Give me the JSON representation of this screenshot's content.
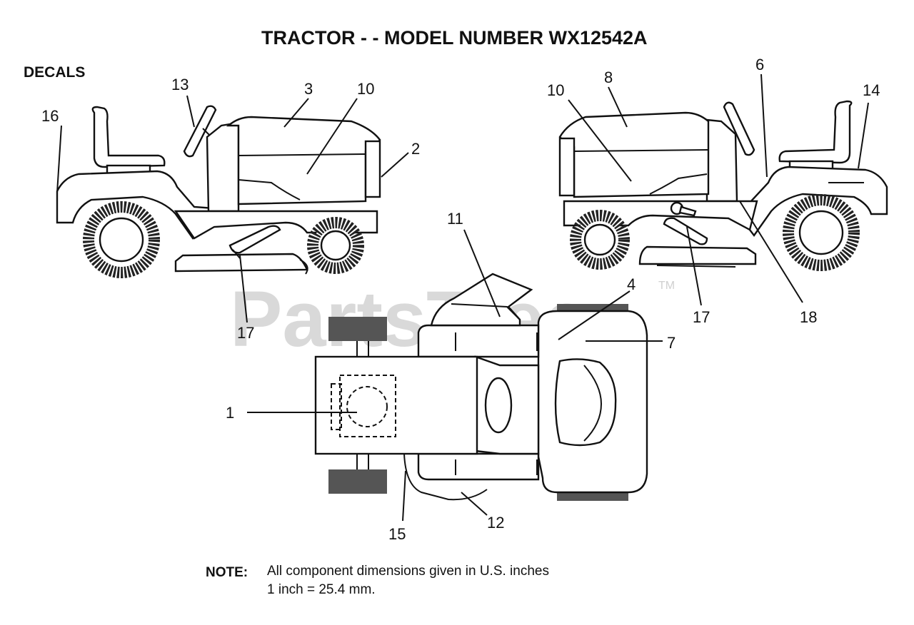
{
  "title": "TRACTOR - - MODEL NUMBER WX12542A",
  "section_label": "DECALS",
  "watermark": {
    "text": "PartsTree",
    "tm": "TM"
  },
  "note": {
    "label": "NOTE:",
    "line1": "All component dimensions given in U.S. inches",
    "line2": "1 inch = 25.4 mm."
  },
  "callouts": {
    "c1": "1",
    "c2": "2",
    "c3": "3",
    "c4": "4",
    "c6": "6",
    "c7": "7",
    "c8": "8",
    "c10a": "10",
    "c10b": "10",
    "c11": "11",
    "c12": "12",
    "c13": "13",
    "c14": "14",
    "c15": "15",
    "c16": "16",
    "c17a": "17",
    "c17b": "17",
    "c18": "18"
  }
}
